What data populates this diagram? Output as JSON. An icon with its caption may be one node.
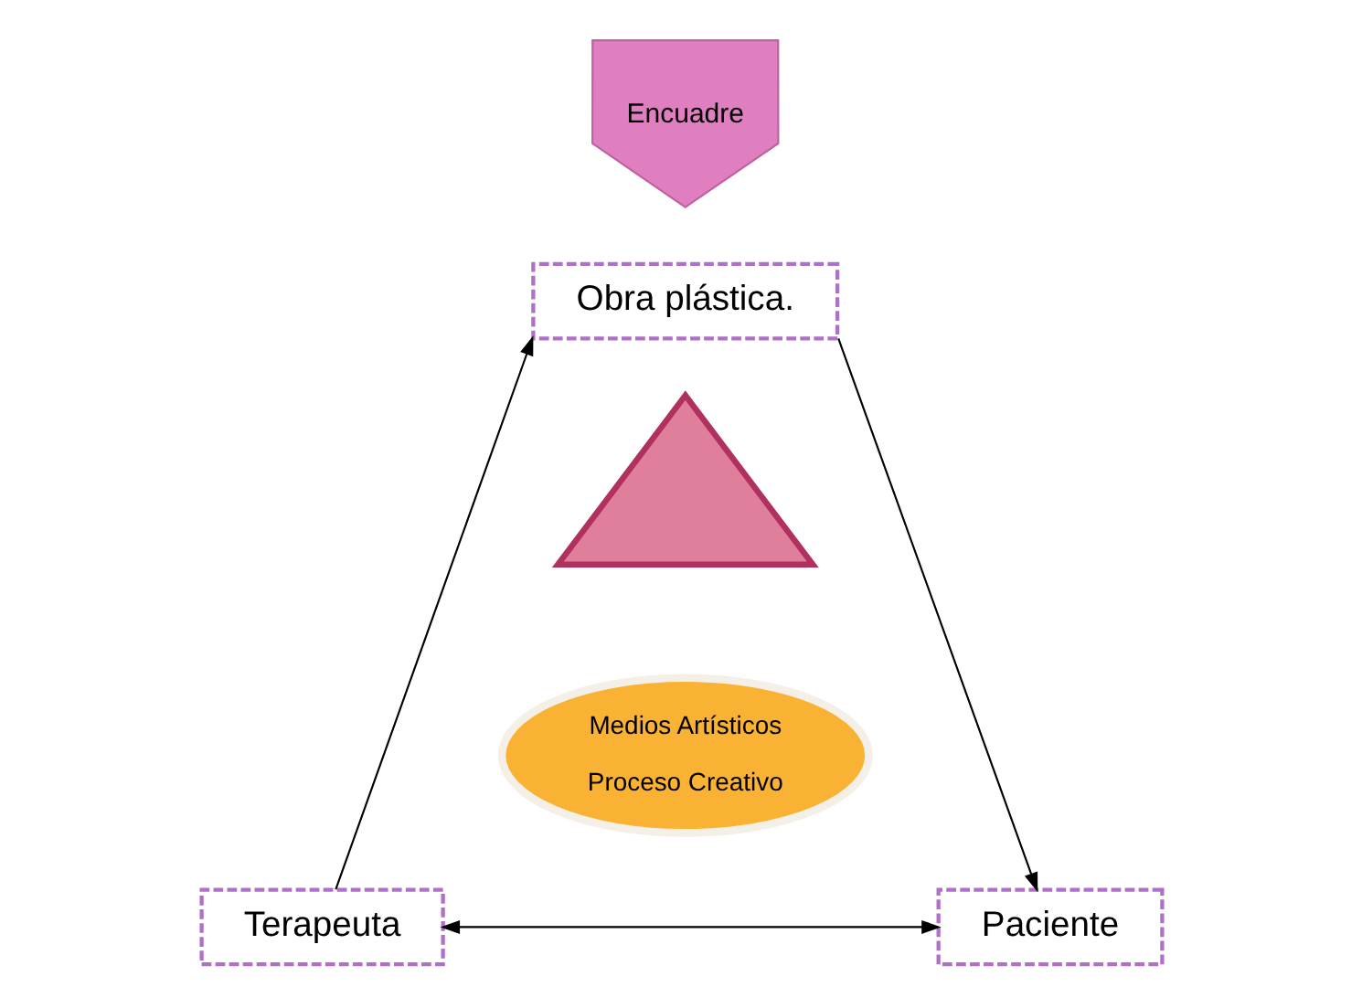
{
  "diagram": {
    "nodes": [
      {
        "text": [
          "Encuadre"
        ]
      },
      {
        "text": [
          "Obra plástica."
        ]
      },
      {
        "text": [],
        "shape": "triangle"
      },
      {
        "text": [
          "Medios Artísticos",
          "Proceso Creativo"
        ]
      },
      {
        "text": [
          "Terapeuta"
        ]
      },
      {
        "text": [
          "Paciente"
        ]
      }
    ],
    "edges": [
      {
        "from": 4,
        "to": 1,
        "arrow": "to"
      },
      {
        "from": 1,
        "to": 5,
        "arrow": "to"
      },
      {
        "from": 4,
        "to": 5,
        "arrow": "both"
      }
    ]
  }
}
